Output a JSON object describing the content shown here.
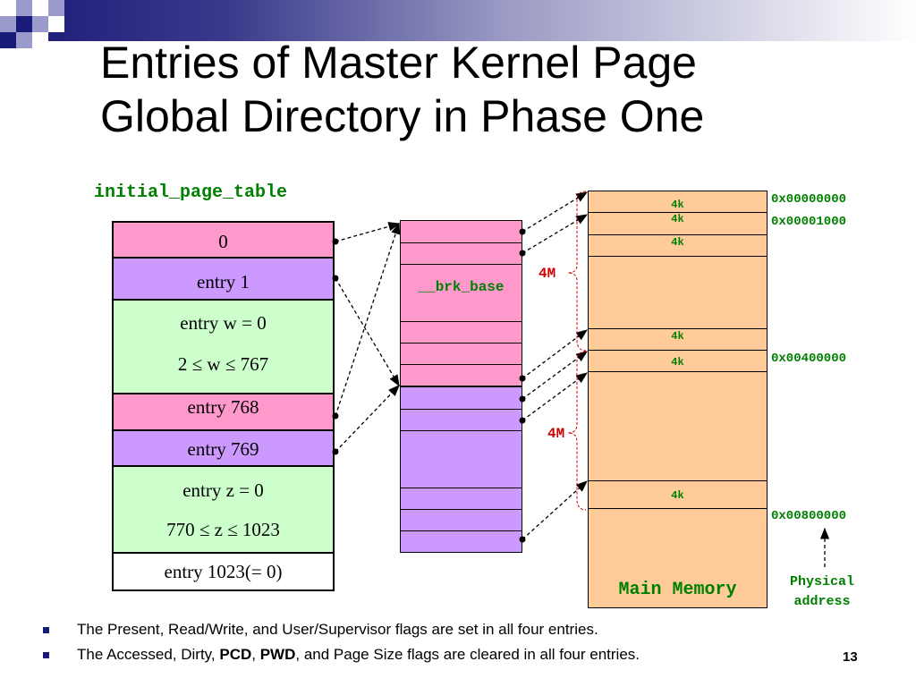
{
  "title": {
    "line1": "Entries of Master Kernel Page",
    "line2": "Global Directory in Phase One"
  },
  "table_label": "initial_page_table",
  "pgd_entries": {
    "e0": "0",
    "e1": "entry 1",
    "ew_line1": "entry w = 0",
    "ew_line2": "2 ≤ w ≤ 767",
    "e768": "entry 768",
    "e769": "entry 769",
    "ez_line1": "entry z = 0",
    "ez_line2": "770 ≤ z ≤ 1023",
    "e1023": "entry 1023(= 0)"
  },
  "page_table_label": "__brk_base",
  "memory": {
    "label": "Main Memory",
    "page_label": "4k",
    "span_label": "4M",
    "addresses": [
      "0x00000000",
      "0x00001000",
      "0x00400000",
      "0x00800000"
    ]
  },
  "physical_address_label": {
    "line1": "Physical",
    "line2": "address"
  },
  "notes": {
    "note1": "The Present, Read/Write, and User/Supervisor flags are set in all four entries.",
    "note2_prefix": "The Accessed, Dirty, ",
    "note2_pcd": "PCD",
    "note2_sep": ", ",
    "note2_pwd": "PWD",
    "note2_suffix": ", and Page Size flags are cleared in all four entries."
  },
  "page_number": "13",
  "colors": {
    "label_green": "#008000",
    "span_red": "#cc0000",
    "pgd_pink": "#ff99cc",
    "pgd_lavender": "#cc99ff",
    "pgd_mint": "#ccffcc",
    "memory_peach": "#ffcc99",
    "header_navy": "#1a1a78"
  }
}
